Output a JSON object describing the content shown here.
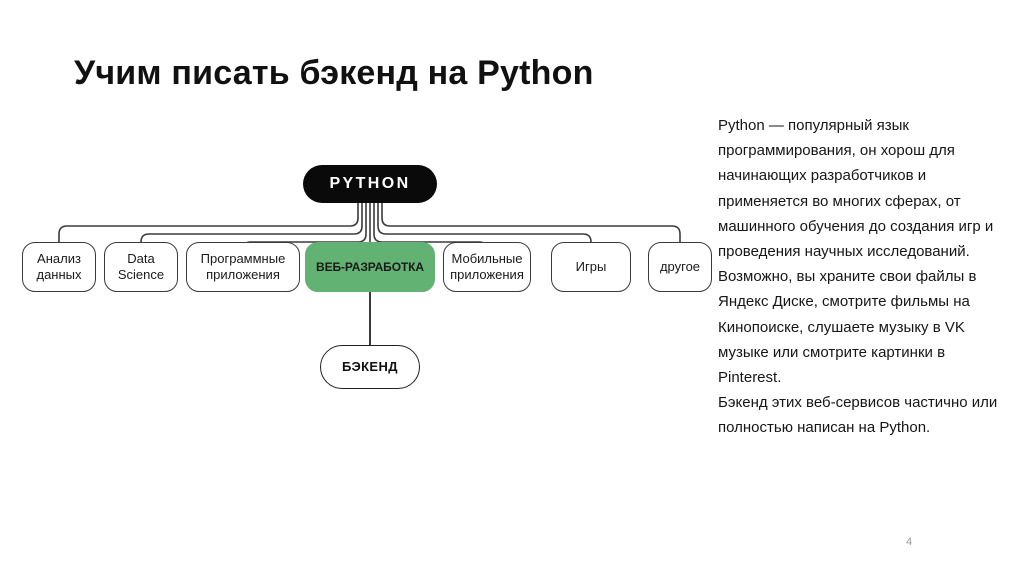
{
  "slide": {
    "title": "Учим писать бэкенд на Python",
    "page_number": "4",
    "background_color": "#ffffff"
  },
  "diagram": {
    "type": "tree",
    "accent_color": "#62b273",
    "root_color": "#0a0a0a",
    "border_color": "#3a3a3a",
    "root": {
      "label": "PYTHON"
    },
    "branches": [
      {
        "label": "Анализ данных",
        "highlighted": false
      },
      {
        "label": "Data Science",
        "highlighted": false
      },
      {
        "label": "Программные приложения",
        "highlighted": false
      },
      {
        "label": "ВЕБ-РАЗРАБОТКА",
        "highlighted": true
      },
      {
        "label": "Мобильные приложения",
        "highlighted": false
      },
      {
        "label": "Игры",
        "highlighted": false
      },
      {
        "label": "другое",
        "highlighted": false
      }
    ],
    "child_of_highlighted": {
      "label": "БЭКЕНД"
    }
  },
  "side_copy": {
    "paragraphs": [
      "Python — популярный язык программирования, он хорош для начинающих разработчиков и применяется во многих сферах, от машинного обучения до создания игр и проведения научных исследований.",
      "Возможно, вы храните свои файлы в Яндекс Диске, смотрите фильмы на Кинопоиске, слушаете музыку в VK музыке или смотрите картинки в Pinterest.",
      "Бэкенд этих веб-сервисов частично или полностью написан на Python."
    ]
  }
}
